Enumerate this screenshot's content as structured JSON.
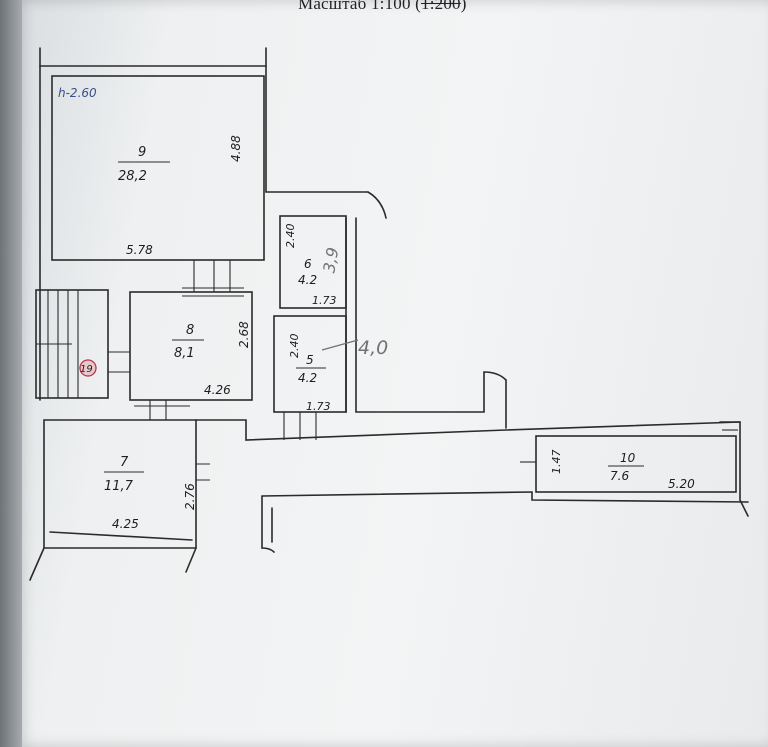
{
  "header": {
    "scale_prefix": "Масштаб 1:100 (",
    "scale_crossed": "1:200",
    "scale_suffix": ")"
  },
  "plan": {
    "height_note": "h-2.60",
    "rooms": [
      {
        "number": "9",
        "area": "28,2",
        "dims": [
          "5.78",
          "4.88"
        ]
      },
      {
        "number": "8",
        "area": "8,1",
        "dims": [
          "4.26",
          "2.68"
        ]
      },
      {
        "number": "7",
        "area": "11,7",
        "dims": [
          "4.25",
          "2.76"
        ]
      },
      {
        "number": "6",
        "area": "4.2",
        "dims": [
          "2.40",
          "1.73"
        ]
      },
      {
        "number": "5",
        "area": "4.2",
        "dims": [
          "2.40",
          "1.73"
        ]
      },
      {
        "number": "10",
        "area": "7.6",
        "dims": [
          "1.47",
          "5.20"
        ]
      }
    ],
    "stair_mark": "19",
    "pencil_notes": [
      "3,9",
      "4,0"
    ]
  }
}
